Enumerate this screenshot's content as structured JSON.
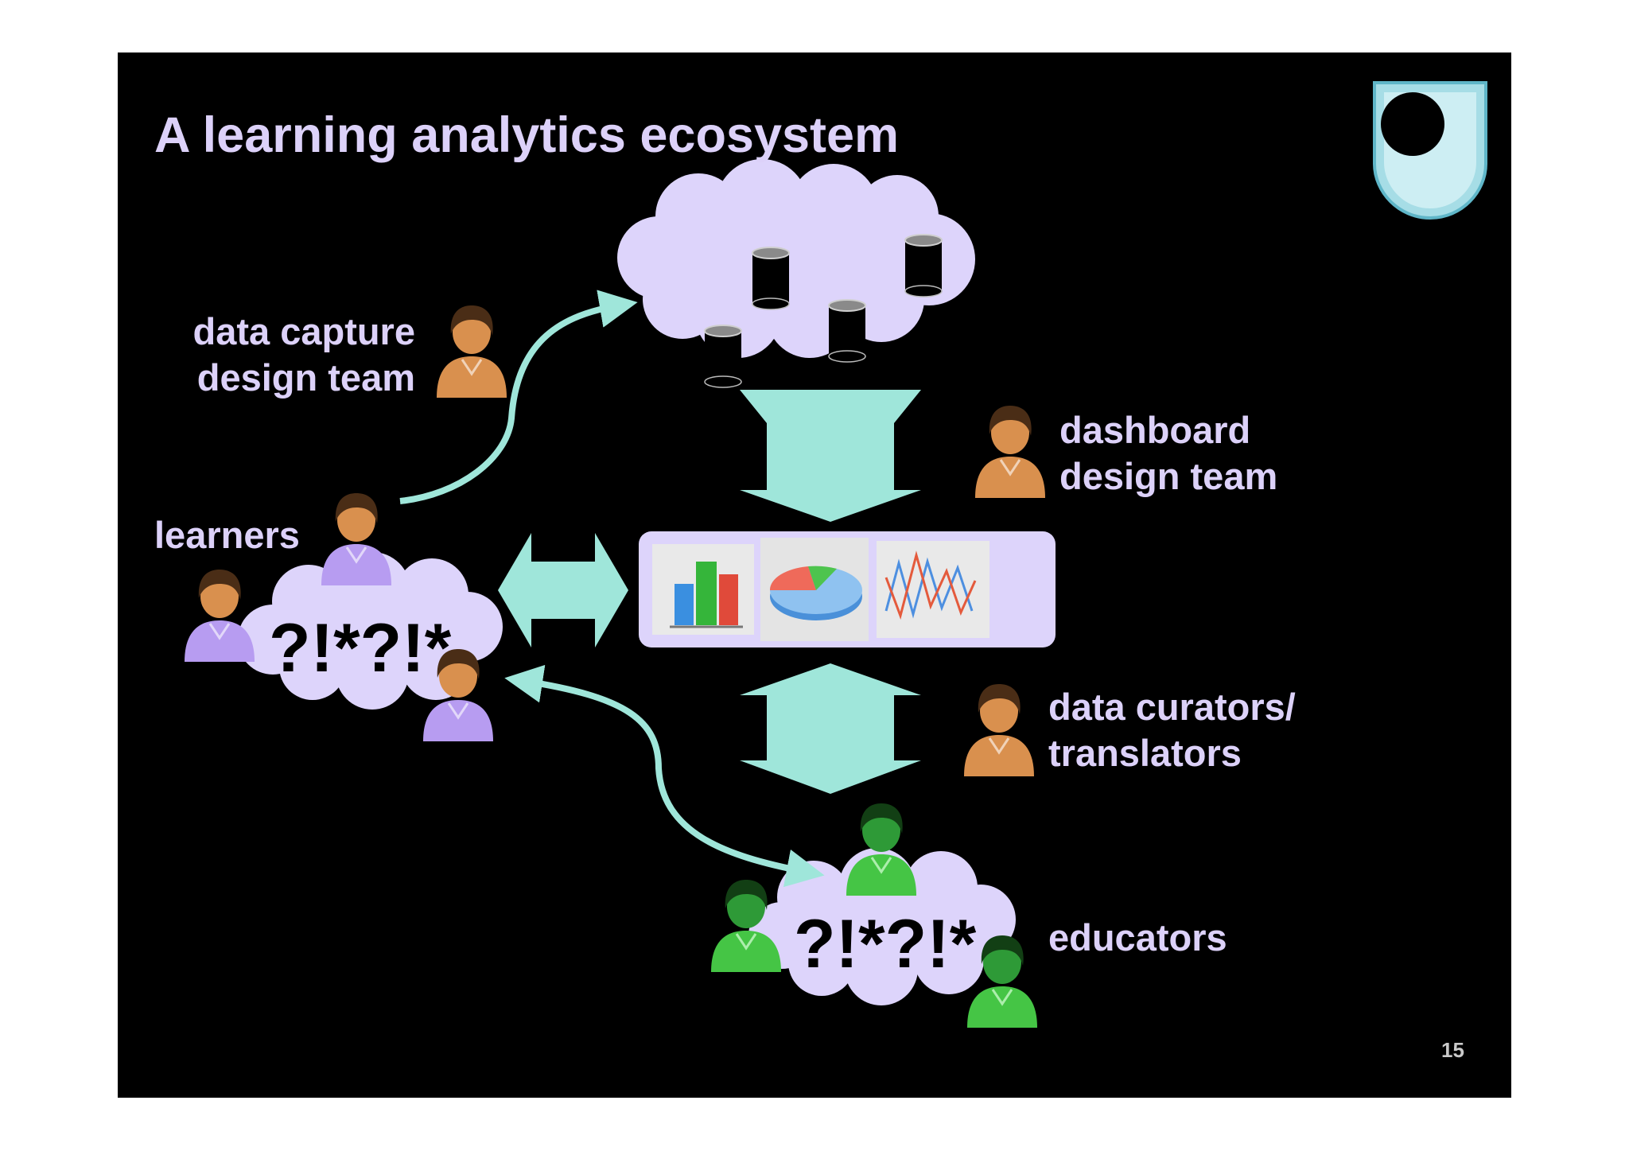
{
  "slide": {
    "title": "A learning analytics ecosystem",
    "page_number": "15",
    "logo": "open-university-shield-logo"
  },
  "groups": {
    "data_capture": [
      "data capture",
      "design team"
    ],
    "dashboard": [
      "dashboard",
      "design team"
    ],
    "learners": "learners",
    "curators": [
      "data curators/",
      "translators"
    ],
    "educators": "educators"
  },
  "confusion_text": {
    "learners": "?!*?!*",
    "educators": "?!*?!*"
  },
  "icons": {
    "data_store": "database-cylinder-icon",
    "dashboard_charts": [
      "bar-chart-icon",
      "pie-chart-icon",
      "line-chart-icon"
    ],
    "person": "person-icon"
  },
  "colors": {
    "background": "#000000",
    "text": "#dcd1f9",
    "cloud": "#ddd4fb",
    "arrow": "#9fe6da",
    "team_person": "#d9904e",
    "learner_person": "#b79cf1",
    "educator_person": "#45c545"
  }
}
